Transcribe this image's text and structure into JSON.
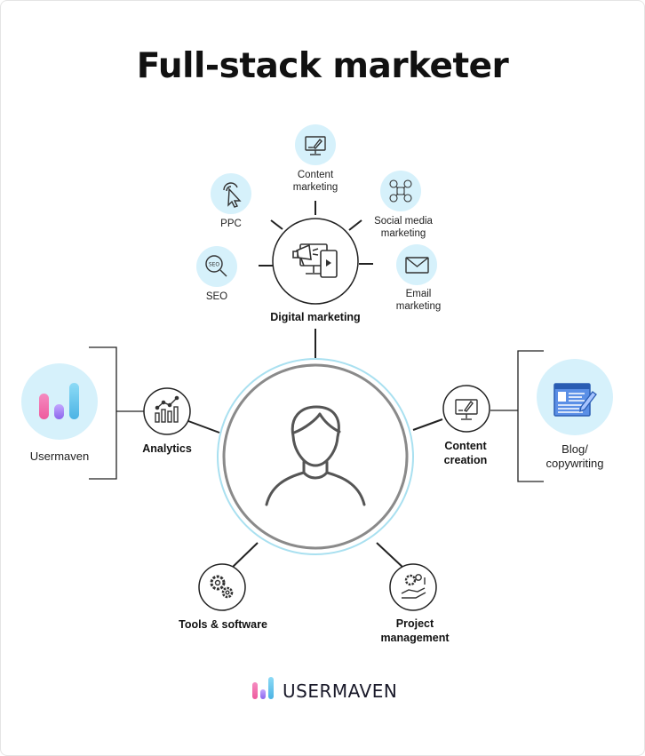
{
  "title": "Full-stack marketer",
  "center_hub": {
    "label": "Digital marketing"
  },
  "satellites": [
    {
      "id": "content-marketing",
      "label": "Content\nmarketing",
      "icon": "monitor-pen-icon"
    },
    {
      "id": "ppc",
      "label": "PPC",
      "icon": "cursor-click-icon"
    },
    {
      "id": "social-media-marketing",
      "label": "Social media\nmarketing",
      "icon": "social-media-icon"
    },
    {
      "id": "seo",
      "label": "SEO",
      "icon": "seo-magnifier-icon"
    },
    {
      "id": "email-marketing",
      "label": "Email\nmarketing",
      "icon": "envelope-icon"
    }
  ],
  "skills": [
    {
      "id": "analytics",
      "label": "Analytics",
      "icon": "line-chart-icon"
    },
    {
      "id": "content-creation",
      "label": "Content\ncreation",
      "icon": "monitor-pen-icon"
    },
    {
      "id": "tools-software",
      "label": "Tools & software",
      "icon": "gears-icon"
    },
    {
      "id": "project-management",
      "label": "Project\nmanagement",
      "icon": "hand-gears-icon"
    }
  ],
  "examples": [
    {
      "id": "usermaven",
      "label": "Usermaven",
      "icon": "usermaven-logo-icon"
    },
    {
      "id": "blog",
      "label": "Blog/\ncopywriting",
      "icon": "blog-document-icon"
    }
  ],
  "footer": {
    "brand": "USERMAVEN"
  },
  "colors": {
    "accent_light": "#d6f1fb",
    "outer_ring": "#a9e0f0",
    "ring_gray": "#8a8a8a",
    "line": "#222222",
    "logo_pink": "#f36aa8",
    "logo_purple": "#a07cf0",
    "logo_blue": "#5cc2ea"
  }
}
